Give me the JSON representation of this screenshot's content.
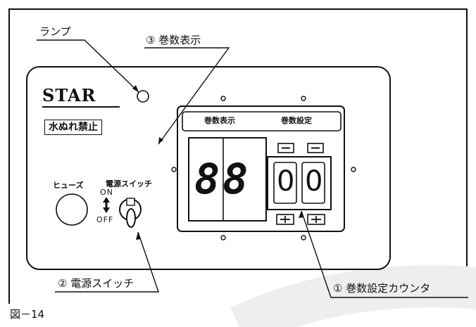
{
  "brand": "STAR",
  "warning_label": "水ぬれ禁止",
  "fuse_label": "ヒューズ",
  "switch_label": "電源スイッチ",
  "on_label": "ON",
  "off_label": "OFF",
  "display_header_count": "巻数表示",
  "display_header_setting": "巻数設定",
  "count_digits": "88",
  "setting_digits": [
    "0",
    "0"
  ],
  "callouts": {
    "lamp": "ランプ",
    "count_display": "③ 巻数表示",
    "power_switch": "② 電源スイッチ",
    "setting_counter": "① 巻数設定カウンタ"
  },
  "figure_caption": "図－14",
  "colors": {
    "ink": "#111111",
    "paper": "#ffffff",
    "watermark": "#eeeeee"
  }
}
